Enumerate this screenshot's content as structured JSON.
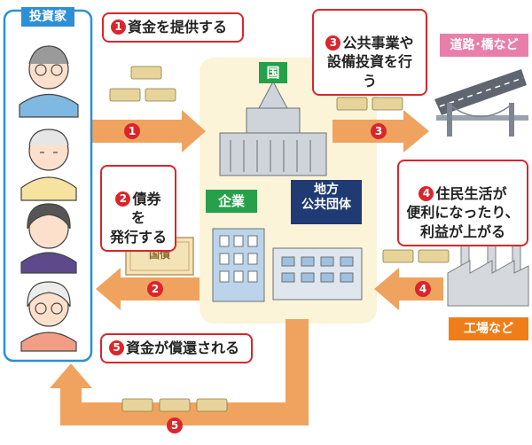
{
  "investor_label": "投資家",
  "kuni_label": "国",
  "kigyo_label": "企業",
  "chiho_label": "地方\n公共団体",
  "road_label": "道路･橋など",
  "factory_label": "工場など",
  "bond_text": "国債",
  "steps": [
    {
      "num": "1",
      "text": "資金を提供する"
    },
    {
      "num": "2",
      "text": "債券を\n発行する"
    },
    {
      "num": "3",
      "text": "公共事業や\n設備投資を行う"
    },
    {
      "num": "4",
      "text": "住民生活が\n便利になったり、\n利益が上がる"
    },
    {
      "num": "5",
      "text": "資金が償還される"
    }
  ],
  "colors": {
    "orange": "#f0a35e",
    "red": "#d9262c",
    "blue": "#2d8fd5",
    "green": "#26a04a",
    "navy": "#203a73",
    "pink": "#e87fab",
    "factory_orange": "#ef7d1a",
    "cream": "#fbf4d8"
  }
}
